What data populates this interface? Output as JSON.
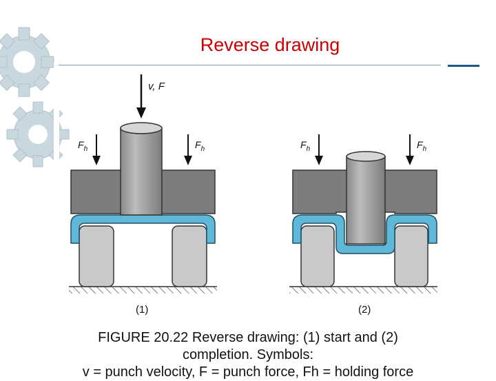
{
  "slide": {
    "title": "Reverse drawing",
    "caption_line1": "FIGURE 20.22 Reverse drawing: (1) start and (2)",
    "caption_line2": "completion. Symbols:",
    "caption_line3": "v = punch velocity, F = punch force, Fh = holding force"
  },
  "diagram": {
    "label_vf": "v, F",
    "label_fh": "F",
    "label_fh_sub": "h",
    "stage1_label": "(1)",
    "stage2_label": "(2)"
  },
  "colors": {
    "title": "#cc0000",
    "blank": "#5fb8d8",
    "die_ring": "#7d7d7d",
    "punch": "#a0a0a0",
    "pillar": "#c9c9c9"
  }
}
